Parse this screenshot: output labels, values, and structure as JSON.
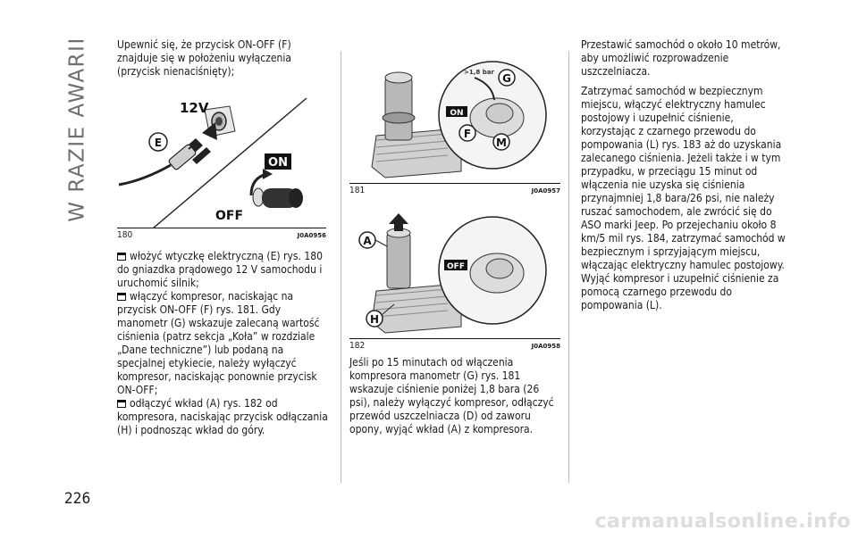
{
  "section_title": "W RAZIE AWARII",
  "page_number": "226",
  "watermark": "carmanualsonline.info",
  "col1": {
    "intro": "Upewnić się, że przycisk ON-OFF (F) znajduje się w położeniu wyłączenia (przycisk nienaciśnięty);",
    "figure": {
      "number": "180",
      "code": "J0A0956",
      "label_12v": "12V",
      "label_e": "E",
      "label_on": "ON",
      "label_off": "OFF"
    },
    "bullets": [
      "włożyć wtyczkę elektryczną (E) rys. 180 do gniazdka prądowego 12 V samochodu i uruchomić silnik;",
      "włączyć kompresor, naciskając na przycisk ON-OFF (F) rys. 181. Gdy manometr (G) wskazuje zalecaną wartość ciśnienia (patrz sekcja „Koła” w rozdziale „Dane techniczne”) lub podaną na specjalnej etykiecie, należy wyłączyć kompresor, naciskając ponownie przycisk ON-OFF;",
      "odłączyć wkład (A) rys. 182 od kompresora, naciskając przycisk odłączania (H) i podnosząc wkład do góry."
    ]
  },
  "col2": {
    "figure1": {
      "number": "181",
      "code": "J0A0957",
      "label_bar": ">1,8 bar",
      "label_on": "ON",
      "label_g": "G",
      "label_f": "F",
      "label_m": "M"
    },
    "figure2": {
      "number": "182",
      "code": "J0A0958",
      "label_a": "A",
      "label_h": "H",
      "label_off": "OFF"
    },
    "text": "Jeśli po 15 minutach od włączenia kompresora manometr (G) rys. 181 wskazuje ciśnienie poniżej 1,8 bara (26 psi), należy wyłączyć kompresor, odłączyć przewód uszczelniacza (D) od zaworu opony, wyjąć wkład (A) z kompresora."
  },
  "col3": {
    "para1": "Przestawić samochód o około 10 metrów, aby umożliwić rozprowadzenie uszczelniacza.",
    "para2": "Zatrzymać samochód w bezpiecznym miejscu, włączyć elektryczny hamulec postojowy i uzupełnić ciśnienie, korzystając z czarnego przewodu do pompowania (L) rys. 183 aż do uzyskania zalecanego ciśnienia. Jeżeli także i w tym przypadku, w przeciągu 15 minut od włączenia nie uzyska się ciśnienia przynajmniej 1,8 bara/26 psi, nie należy ruszać samochodem, ale zwrócić się do ASO marki Jeep. Po przejechaniu około 8 km/5 mil rys. 184, zatrzymać samochód w bezpiecznym i sprzyjającym miejscu, włączając elektryczny hamulec postojowy. Wyjąć kompresor i uzupełnić ciśnienie za pomocą czarnego przewodu do pompowania (L)."
  },
  "colors": {
    "text": "#1a1a1a",
    "title": "#6e6e6e",
    "divider": "#bdbdbd",
    "arrow": "#1a1a1a"
  }
}
